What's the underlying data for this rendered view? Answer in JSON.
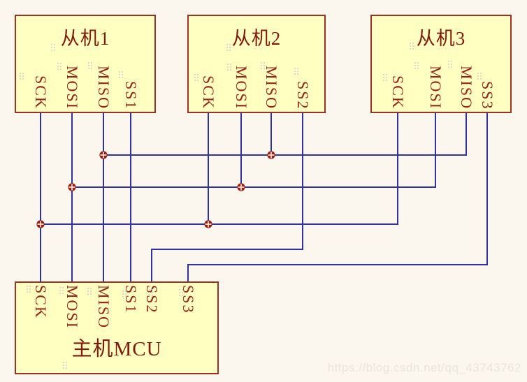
{
  "page": {
    "background": "#FCF7EE",
    "watermark_text": "https://blog.csdn.net/qq_43743762"
  },
  "diagram": {
    "slaves": [
      {
        "title": "从机1",
        "pins": [
          "SCK",
          "MOSI",
          "MISO",
          "SS1"
        ]
      },
      {
        "title": "从机2",
        "pins": [
          "SCK",
          "MOSI",
          "MISO",
          "SS2"
        ]
      },
      {
        "title": "从机3",
        "pins": [
          "SCK",
          "MOSI",
          "MISO",
          "SS3"
        ]
      }
    ],
    "master": {
      "title": "主机MCU",
      "pins": [
        "SCK",
        "MOSI",
        "MISO",
        "SS1",
        "SS2",
        "SS3"
      ]
    },
    "nets": [
      {
        "name": "SCK",
        "members": [
          "主机MCU.SCK",
          "从机1.SCK",
          "从机2.SCK",
          "从机3.SCK"
        ]
      },
      {
        "name": "MOSI",
        "members": [
          "主机MCU.MOSI",
          "从机1.MOSI",
          "从机2.MOSI",
          "从机3.MOSI"
        ]
      },
      {
        "name": "MISO",
        "members": [
          "主机MCU.MISO",
          "从机1.MISO",
          "从机2.MISO",
          "从机3.MISO"
        ]
      },
      {
        "name": "SS1",
        "members": [
          "主机MCU.SS1",
          "从机1.SS1"
        ]
      },
      {
        "name": "SS2",
        "members": [
          "主机MCU.SS2",
          "从机2.SS2"
        ]
      },
      {
        "name": "SS3",
        "members": [
          "主机MCU.SS3",
          "从机3.SS3"
        ]
      }
    ],
    "colors": {
      "wire": "#32329E",
      "box_fill": "#FFFFC1",
      "box_border": "#993226",
      "title_text": "#7E1B10",
      "pin_text": "#92261A",
      "junction": "#9B1B17",
      "junction_cross": "#EFE7D2",
      "background": "#FCF7EE",
      "watermark": "#E9E4DC"
    }
  }
}
